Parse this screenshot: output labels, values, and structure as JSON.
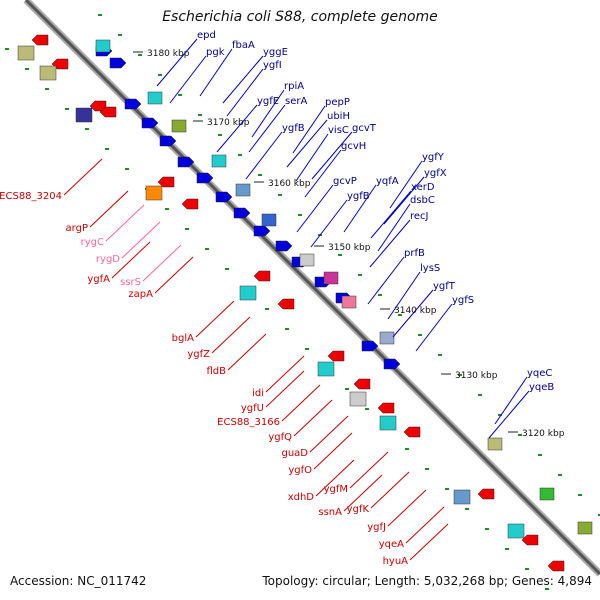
{
  "title": "Escherichia coli S88, complete genome",
  "footer": {
    "accession": "Accession: NC_011742",
    "summary": "Topology: circular; Length: 5,032,268 bp; Genes: 4,894"
  },
  "colors": {
    "backbone": "#8c8c8c",
    "forward_label": "#00008b",
    "reverse_label": "#cc0000",
    "rna_label": "#ff6699",
    "tick": "#228b22",
    "forward_gene": "#0000dd",
    "reverse_gene": "#ee0000"
  },
  "scale_labels": [
    "3180 kbp",
    "3170 kbp",
    "3160 kbp",
    "3150 kbp",
    "3140 kbp",
    "3130 kbp",
    "3120 kbp"
  ],
  "forward_genes": [
    "epd",
    "pgk",
    "fbaA",
    "yggE",
    "ygfI",
    "rpiA",
    "ygfE",
    "serA",
    "pepP",
    "ubiH",
    "ygfB",
    "visC",
    "gcvT",
    "gcvH",
    "ygfY",
    "ygfX",
    "gcvP",
    "yqfA",
    "xerD",
    "ygfB",
    "dsbC",
    "recJ",
    "prfB",
    "lysS",
    "ygfT",
    "ygfS",
    "yqeC",
    "yqeB"
  ],
  "reverse_genes": [
    "ECS88_3204",
    "argP",
    "rygC",
    "rygD",
    "ygfA",
    "ssrS",
    "zapA",
    "bglA",
    "ygfZ",
    "fldB",
    "idi",
    "ygfU",
    "ECS88_3166",
    "ygfQ",
    "guaD",
    "ygfO",
    "xdhD",
    "ygfM",
    "ssnA",
    "ygfK",
    "ygfJ",
    "yqeA",
    "hyuA"
  ]
}
